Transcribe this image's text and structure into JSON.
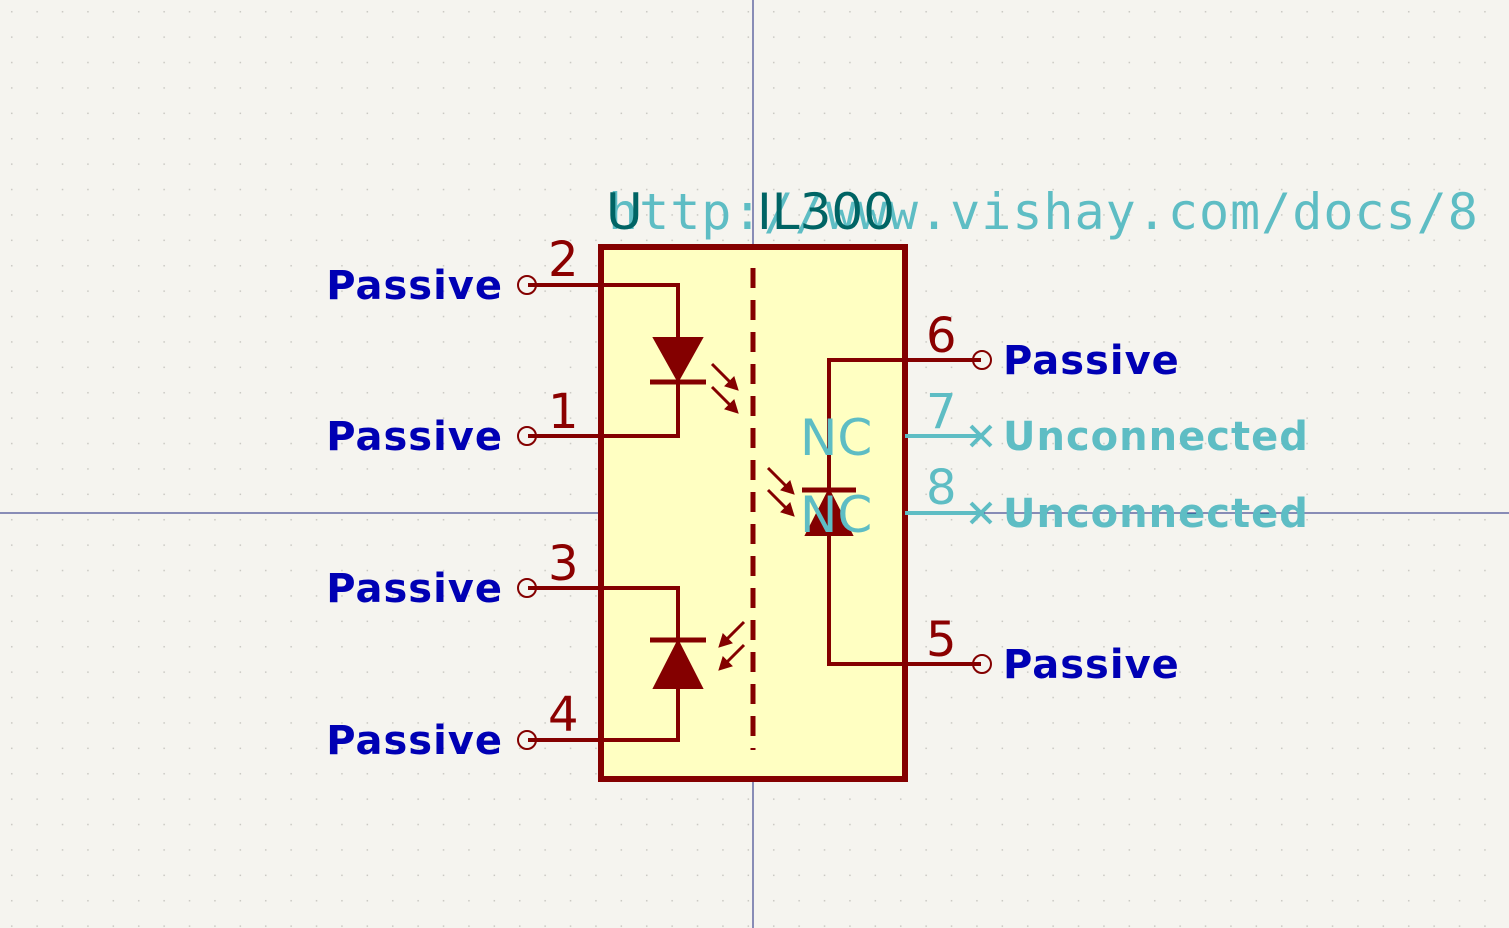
{
  "symbol": {
    "reference": "U",
    "value": "IL300",
    "datasheet": "http://www.vishay.com/docs/8"
  },
  "pins": [
    {
      "number": "2",
      "type": "Passive"
    },
    {
      "number": "1",
      "type": "Passive"
    },
    {
      "number": "3",
      "type": "Passive"
    },
    {
      "number": "4",
      "type": "Passive"
    },
    {
      "number": "6",
      "type": "Passive"
    },
    {
      "number": "7",
      "type": "Unconnected",
      "name": "NC"
    },
    {
      "number": "8",
      "type": "Unconnected",
      "name": "NC"
    },
    {
      "number": "5",
      "type": "Passive"
    }
  ],
  "colors": {
    "background": "#f5f4ef",
    "body_fill": "#ffffc2",
    "body_stroke": "#840000",
    "pin_type": "#0000b4",
    "unconnected": "#5ebdc4",
    "reference": "#006464",
    "axis": "#1a237e"
  }
}
